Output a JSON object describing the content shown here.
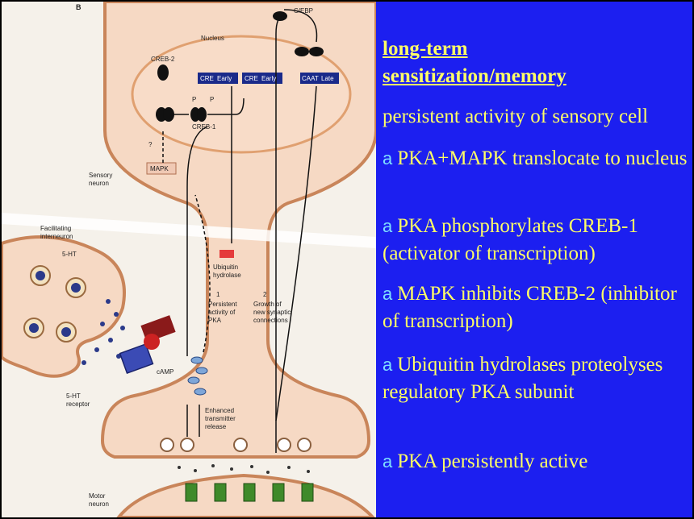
{
  "figure": {
    "panel_letter": "B",
    "labels": {
      "cebp": "C/EBP",
      "nucleus": "Nucleus",
      "creb2": "CREB-2",
      "creb1": "CREB-1",
      "cre": "CRE",
      "early": "Early",
      "caat": "CAAT",
      "late": "Late",
      "p": "P",
      "question": "?",
      "mapk": "MAPK",
      "sensory_neuron_1": "Sensory",
      "sensory_neuron_2": "neuron",
      "facilitating_1": "Facilitating",
      "facilitating_2": "interneuron",
      "five_ht": "5-HT",
      "ubiquitin_1": "Ubiquitin",
      "ubiquitin_2": "hydrolase",
      "step1_num": "1",
      "step1_a": "Persistent",
      "step1_b": "activity of",
      "step1_c": "PKA",
      "step2_num": "2",
      "step2_a": "Growth of",
      "step2_b": "new synaptic",
      "step2_c": "connections",
      "camp": "cAMP",
      "receptor_1": "5-HT",
      "receptor_2": "receptor",
      "enhanced_1": "Enhanced",
      "enhanced_2": "transmitter",
      "enhanced_3": "release",
      "motor_1": "Motor",
      "motor_2": "neuron"
    }
  },
  "text": {
    "heading_line1": "long-term",
    "heading_line2": "sensitization/memory",
    "bullet_glyph": "a",
    "intro": "persistent activity of sensory cell",
    "points": [
      "PKA+MAPK translocate to nucleus",
      "PKA phosphorylates CREB-1 (activator of transcription)",
      "MAPK inhibits CREB-2 (inhibitor of transcription)",
      "Ubiquitin hydrolases proteolyses regulatory PKA subunit",
      "PKA persistently active"
    ]
  },
  "colors": {
    "text_panel_bg": "#1c1ff0",
    "text_color": "#ffff66",
    "bullet_color": "#7fdfff",
    "neuron_fill": "#f6d9c4",
    "neuron_stroke": "#c9855a"
  }
}
